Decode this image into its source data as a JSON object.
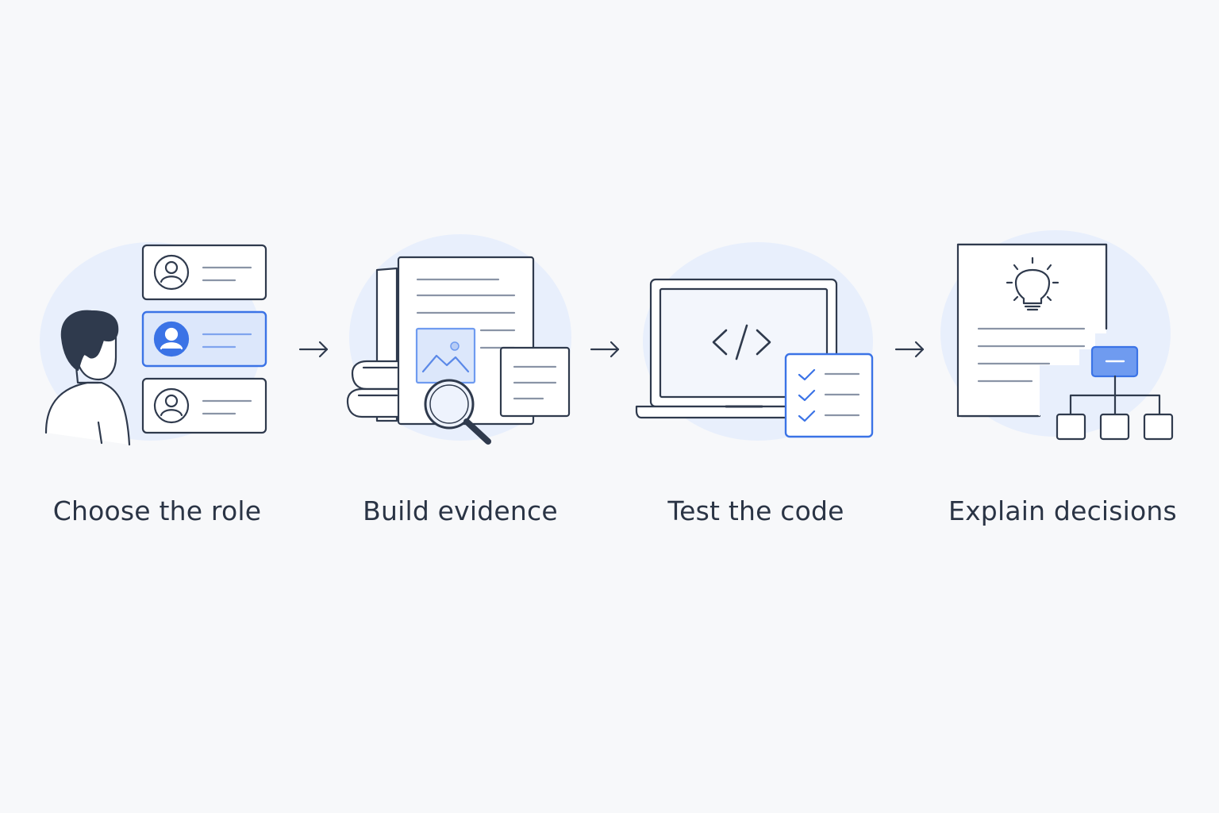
{
  "steps": [
    {
      "label": "Choose the role",
      "icon": "role-selection-icon"
    },
    {
      "label": "Build evidence",
      "icon": "evidence-documents-icon"
    },
    {
      "label": "Test the code",
      "icon": "laptop-code-checklist-icon"
    },
    {
      "label": "Explain decisions",
      "icon": "document-lightbulb-hierarchy-icon"
    }
  ],
  "connector_icon": "arrow-right-icon",
  "colors": {
    "background": "#f7f8fa",
    "stroke": "#2f3a4d",
    "accent": "#3b73e6",
    "accent_fill": "#6f9bf0",
    "blob": "#e6eefc",
    "text": "#2a3445"
  }
}
